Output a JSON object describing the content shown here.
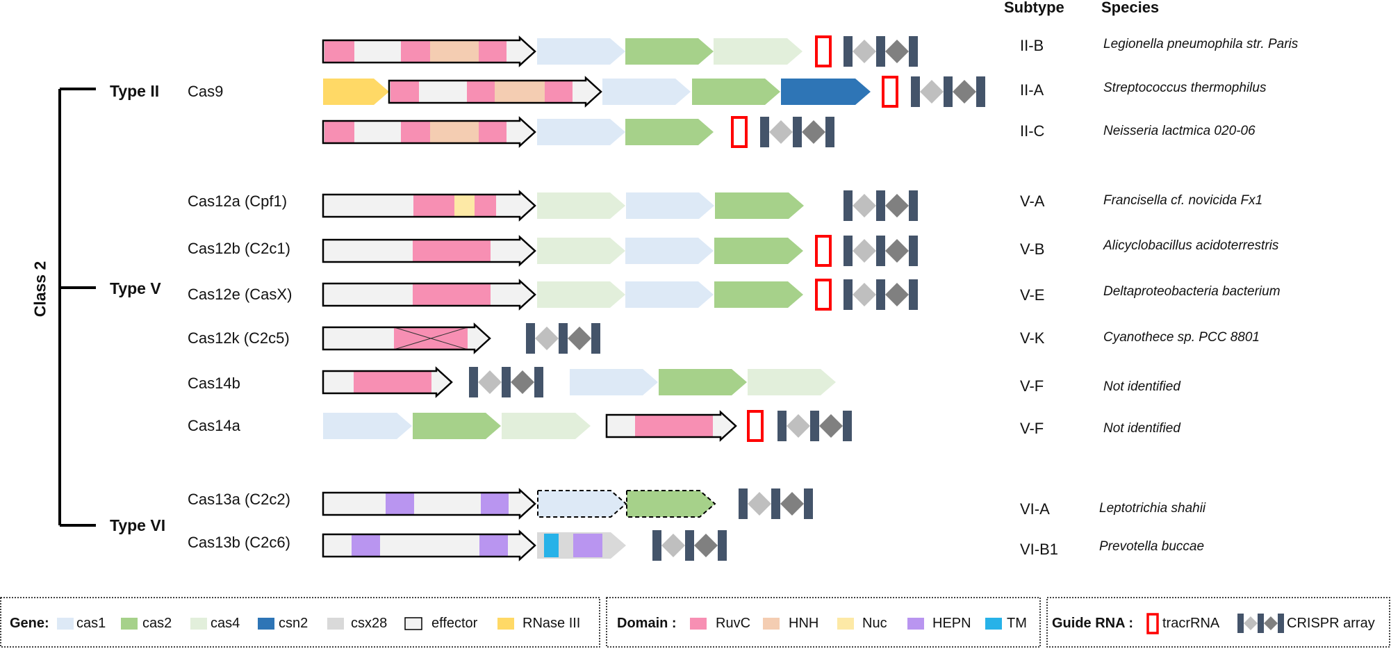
{
  "headers": {
    "subtype": "Subtype",
    "species": "Species"
  },
  "class_label": "Class 2",
  "types": [
    "Type II",
    "Type V",
    "Type VI"
  ],
  "rows": [
    {
      "protein": "",
      "subtype": "II-B",
      "species": "Legionella pneumophila str. Paris"
    },
    {
      "protein": "Cas9",
      "subtype": "II-A",
      "species": "Streptococcus thermophilus"
    },
    {
      "protein": "",
      "subtype": "II-C",
      "species": "Neisseria lactmica 020-06"
    },
    {
      "protein": "Cas12a (Cpf1)",
      "subtype": "V-A",
      "species": "Francisella cf. novicida Fx1"
    },
    {
      "protein": "Cas12b (C2c1)",
      "subtype": "V-B",
      "species": "Alicyclobacillus acidoterrestris"
    },
    {
      "protein": "Cas12e (CasX)",
      "subtype": "V-E",
      "species": "Deltaproteobacteria bacterium"
    },
    {
      "protein": "Cas12k (C2c5)",
      "subtype": "V-K",
      "species": "Cyanothece sp. PCC 8801"
    },
    {
      "protein": "Cas14b",
      "subtype": "V-F",
      "species": "Not identified"
    },
    {
      "protein": "Cas14a",
      "subtype": "V-F",
      "species": "Not identified"
    },
    {
      "protein": "Cas13a (C2c2)",
      "subtype": "VI-A",
      "species": "Leptotrichia shahii"
    },
    {
      "protein": "Cas13b (C2c6)",
      "subtype": "VI-B1",
      "species": "Prevotella buccae"
    }
  ],
  "legend": {
    "gene": {
      "title": "Gene:",
      "items": [
        {
          "label": "cas1",
          "color": "#dde9f6"
        },
        {
          "label": "cas2",
          "color": "#a6d18a"
        },
        {
          "label": "cas4",
          "color": "#e2efdb"
        },
        {
          "label": "csn2",
          "color": "#2e75b6"
        },
        {
          "label": "csx28",
          "color": "#d9d9d9"
        },
        {
          "label": "effector",
          "color": "#f2f2f2"
        },
        {
          "label": "RNase III",
          "color": "#ffd966"
        }
      ]
    },
    "domain": {
      "title": "Domain :",
      "items": [
        {
          "label": "RuvC",
          "color": "#f78fb3"
        },
        {
          "label": "HNH",
          "color": "#f4cdb2"
        },
        {
          "label": "Nuc",
          "color": "#fde9a6"
        },
        {
          "label": "HEPN",
          "color": "#b995f0"
        },
        {
          "label": "TM",
          "color": "#27b2e8"
        }
      ]
    },
    "guide": {
      "title": "Guide RNA :",
      "items": [
        {
          "label": "tracrRNA",
          "color": "#ff0000"
        },
        {
          "label": "CRISPR array",
          "color": "#44546a"
        }
      ]
    }
  }
}
